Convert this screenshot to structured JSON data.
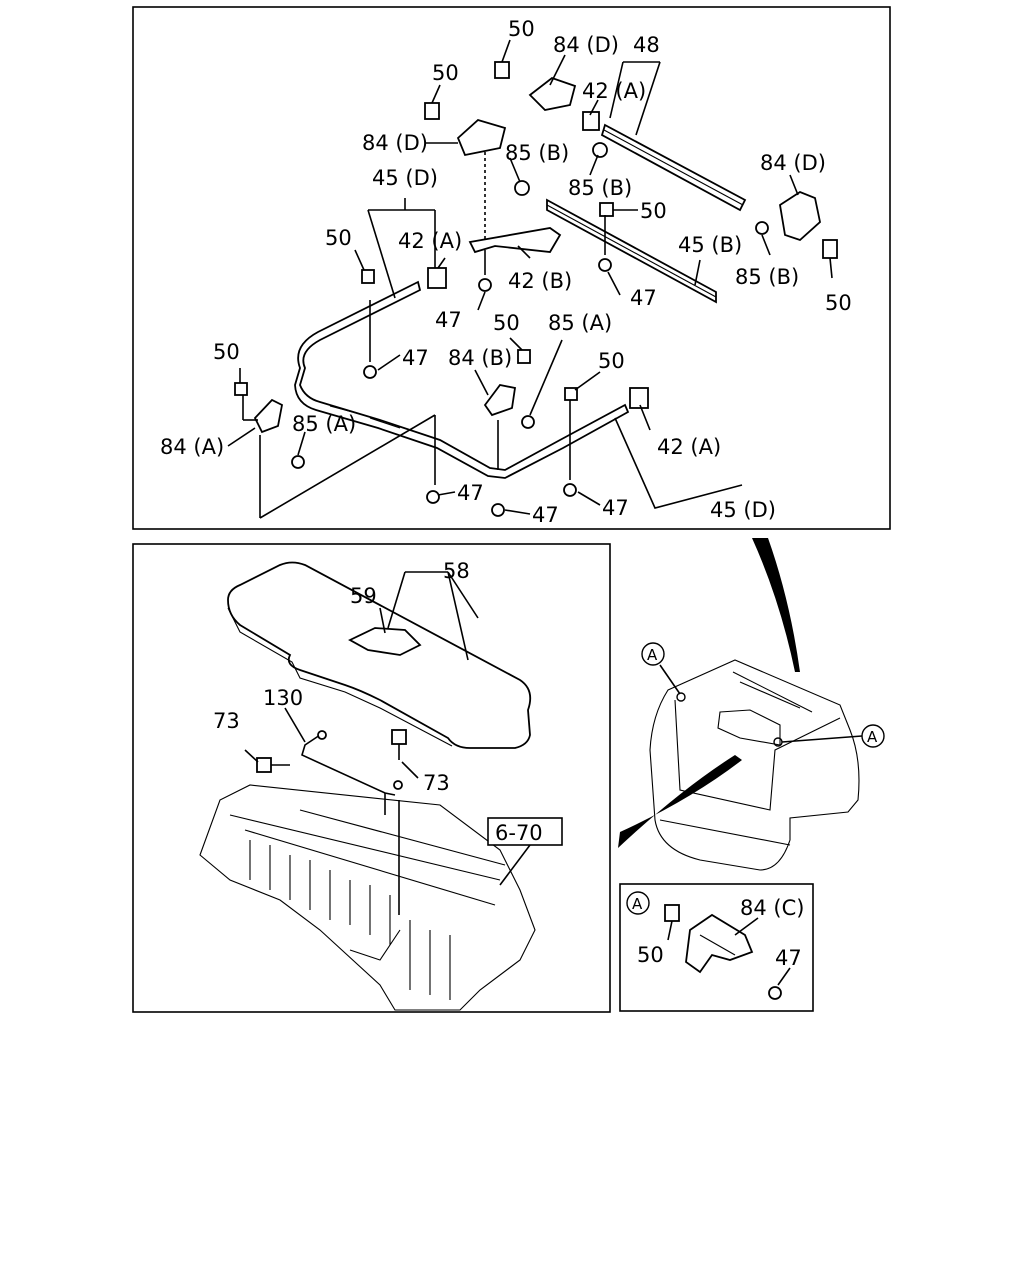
{
  "panels": {
    "top": {
      "labels": [
        "50",
        "84 (D)",
        "48",
        "42 (A)",
        "50",
        "84 (D)",
        "85 (B)",
        "85 (B)",
        "50",
        "84 (D)",
        "45 (D)",
        "50",
        "42 (A)",
        "45 (B)",
        "42 (B)",
        "47",
        "85 (B)",
        "50",
        "47",
        "50",
        "85 (A)",
        "47",
        "84 (B)",
        "50",
        "50",
        "85 (A)",
        "84 (A)",
        "42 (A)",
        "47",
        "47",
        "47",
        "45 (D)"
      ]
    },
    "bottom_left": {
      "labels": [
        "58",
        "59",
        "130",
        "73",
        "73"
      ],
      "reference_box": "6-70"
    },
    "bottom_right": {
      "callout_letter": "A"
    },
    "detail_A": {
      "callout_letter": "A",
      "labels": [
        "84 (C)",
        "50",
        "47"
      ]
    }
  }
}
